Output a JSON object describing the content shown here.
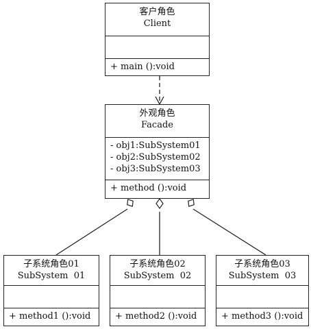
{
  "client": {
    "name_cn": "客户角色",
    "name_en": "Client",
    "operation": "+ main ():void"
  },
  "facade": {
    "name_cn": "外观角色",
    "name_en": "Facade",
    "attributes": [
      "- obj1:SubSystem01",
      "- obj2:SubSystem02",
      "- obj3:SubSystem03"
    ],
    "operation": "+ method ():void"
  },
  "subsystems": [
    {
      "name_cn": "子系统角色01",
      "name_en": "SubSystem  01",
      "operation": "+ method1 ():void"
    },
    {
      "name_cn": "子系统角色02",
      "name_en": "SubSystem  02",
      "operation": "+ method2 ():void"
    },
    {
      "name_cn": "子系统角色03",
      "name_en": "SubSystem  03",
      "operation": "+ method3 ():void"
    }
  ]
}
